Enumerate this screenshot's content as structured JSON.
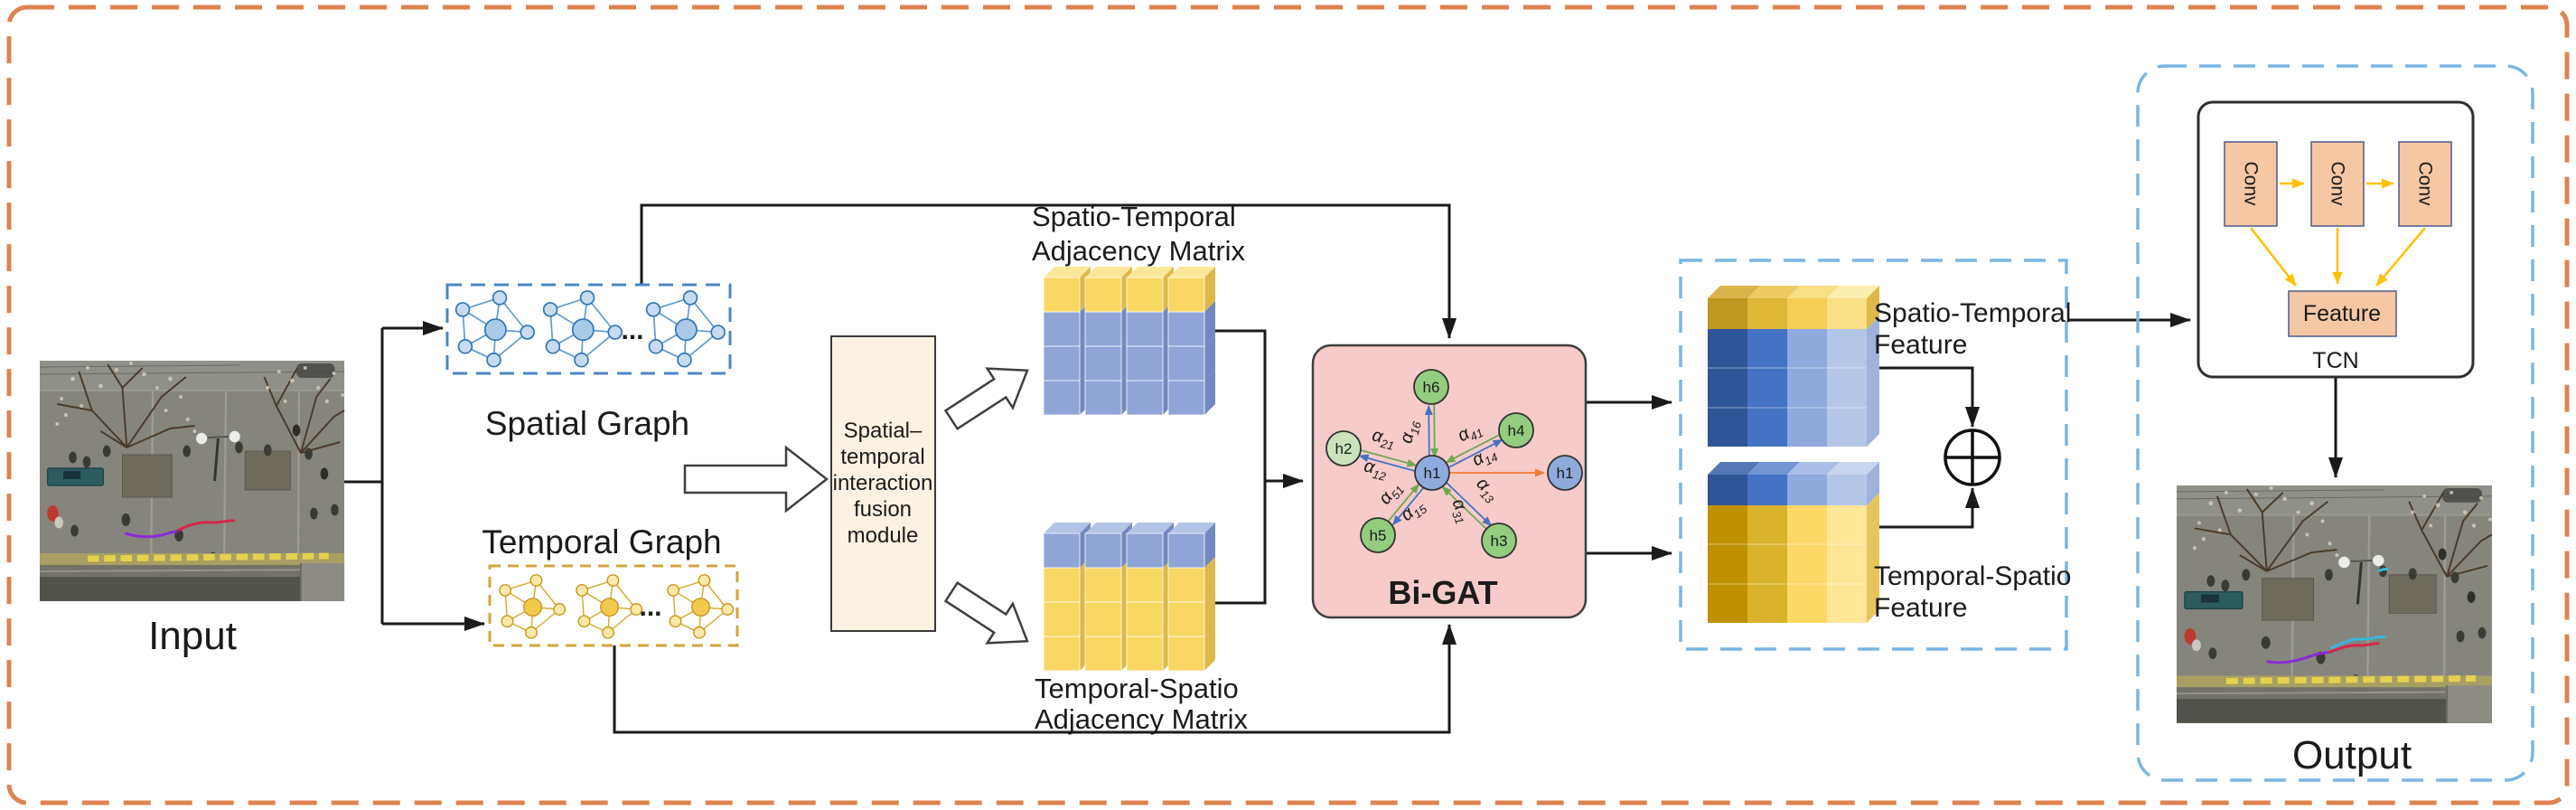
{
  "input": {
    "label": "Input"
  },
  "output": {
    "label": "Output"
  },
  "spatial_graph": {
    "label": "Spatial Graph",
    "ellipsis": "..."
  },
  "temporal_graph": {
    "label": "Temporal Graph",
    "ellipsis": "..."
  },
  "fusion_module": {
    "line1": "Spatial–",
    "line2": "temporal",
    "line3": "interaction",
    "line4": "fusion",
    "line5": "module"
  },
  "st_matrix": {
    "line1": "Spatio-Temporal",
    "line2": "Adjacency Matrix"
  },
  "ts_matrix": {
    "line1": "Temporal-Spatio",
    "line2": "Adjacency Matrix"
  },
  "bigat": {
    "label": "Bi-GAT",
    "center_node": "h1",
    "output_node": "h1",
    "node_h2": "h2",
    "node_h3": "h3",
    "node_h4": "h4",
    "node_h5": "h5",
    "node_h6": "h6",
    "alpha": "α",
    "alpha_subs": {
      "a21": "21",
      "a12": "12",
      "a16": "16",
      "a41": "41",
      "a14": "14",
      "a13": "13",
      "a31": "31",
      "a51": "51",
      "a15": "15"
    }
  },
  "feature_panel": {
    "st_line1": "Spatio-Temporal",
    "st_line2": "Feature",
    "ts_line1": "Temporal-Spatio",
    "ts_line2": "Feature"
  },
  "tcn": {
    "label": "TCN",
    "conv1": "Conv",
    "conv2": "Conv",
    "conv3": "Conv",
    "feature": "Feature"
  },
  "colors": {
    "frame_orange": "#DE8350",
    "spatial_blue_dash": "#4C86C5",
    "temporal_gold_dash": "#D2A53C",
    "panel_blue_dash": "#79B6E4",
    "bigat_pink": "#F6CBCA",
    "fusion_fill": "#FBF2E2",
    "conv_fill": "#F5C7A4",
    "edge_green": "#6FA84F",
    "edge_blue": "#4472C4",
    "edge_orange": "#ED7D31",
    "tcn_arrow": "#FFC000",
    "node_green": "#93CD7E",
    "node_green_light": "#C9E4BA",
    "node_blue": "#8FAADC",
    "matrix_yellow": {
      "front": "#F8D763",
      "top": "#FBE79A",
      "side": "#DDB84A"
    },
    "matrix_blue": {
      "front": "#8EA5D6",
      "top": "#B3C3E6",
      "side": "#7189BE"
    },
    "feature_top_block": {
      "band": [
        "#C0971F",
        "#E0B637",
        "#F6CD55",
        "#F9DF86"
      ],
      "band_top": [
        "#D9B349",
        "#EDCB62",
        "#FAE085",
        "#FCEDB0"
      ],
      "body": [
        "#2F5597",
        "#4472C4",
        "#8FAADC",
        "#B4C7E7"
      ],
      "side_band": "#DDB84A",
      "side_body": "#9DB3D9"
    },
    "feature_bottom_block": {
      "band": [
        "#2F5597",
        "#4472C4",
        "#8FAADC",
        "#B4C7E7"
      ],
      "band_top": [
        "#5677B5",
        "#7396D3",
        "#A9BEE6",
        "#C8D5EF"
      ],
      "body": [
        "#BF9000",
        "#DBB22C",
        "#FFD966",
        "#FFE699"
      ],
      "side_band": "#9DB3D9",
      "side_body": "#E6C55C"
    }
  }
}
